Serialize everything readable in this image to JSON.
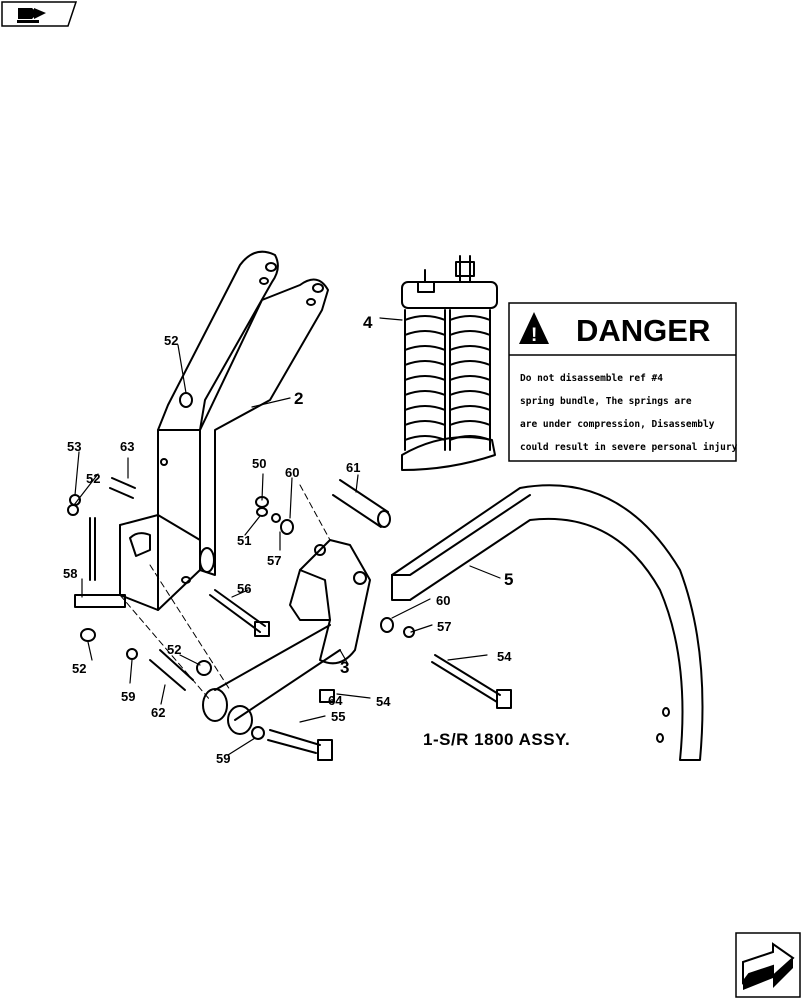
{
  "assembly_label": "1-S/R 1800 ASSY.",
  "danger": {
    "title": "DANGER",
    "lines": [
      "Do not disassemble ref #4",
      "spring bundle, The springs are",
      "are under compression, Disassembly",
      "could result in severe personal injury"
    ]
  },
  "callouts": [
    "2",
    "3",
    "4",
    "5",
    "50",
    "51",
    "52",
    "52",
    "52",
    "52",
    "53",
    "54",
    "54",
    "55",
    "56",
    "57",
    "57",
    "58",
    "59",
    "59",
    "60",
    "60",
    "61",
    "62",
    "63",
    "64"
  ],
  "icons": {
    "top_left": "book-arrow-icon",
    "bottom_right": "next-page-arrow-icon"
  }
}
